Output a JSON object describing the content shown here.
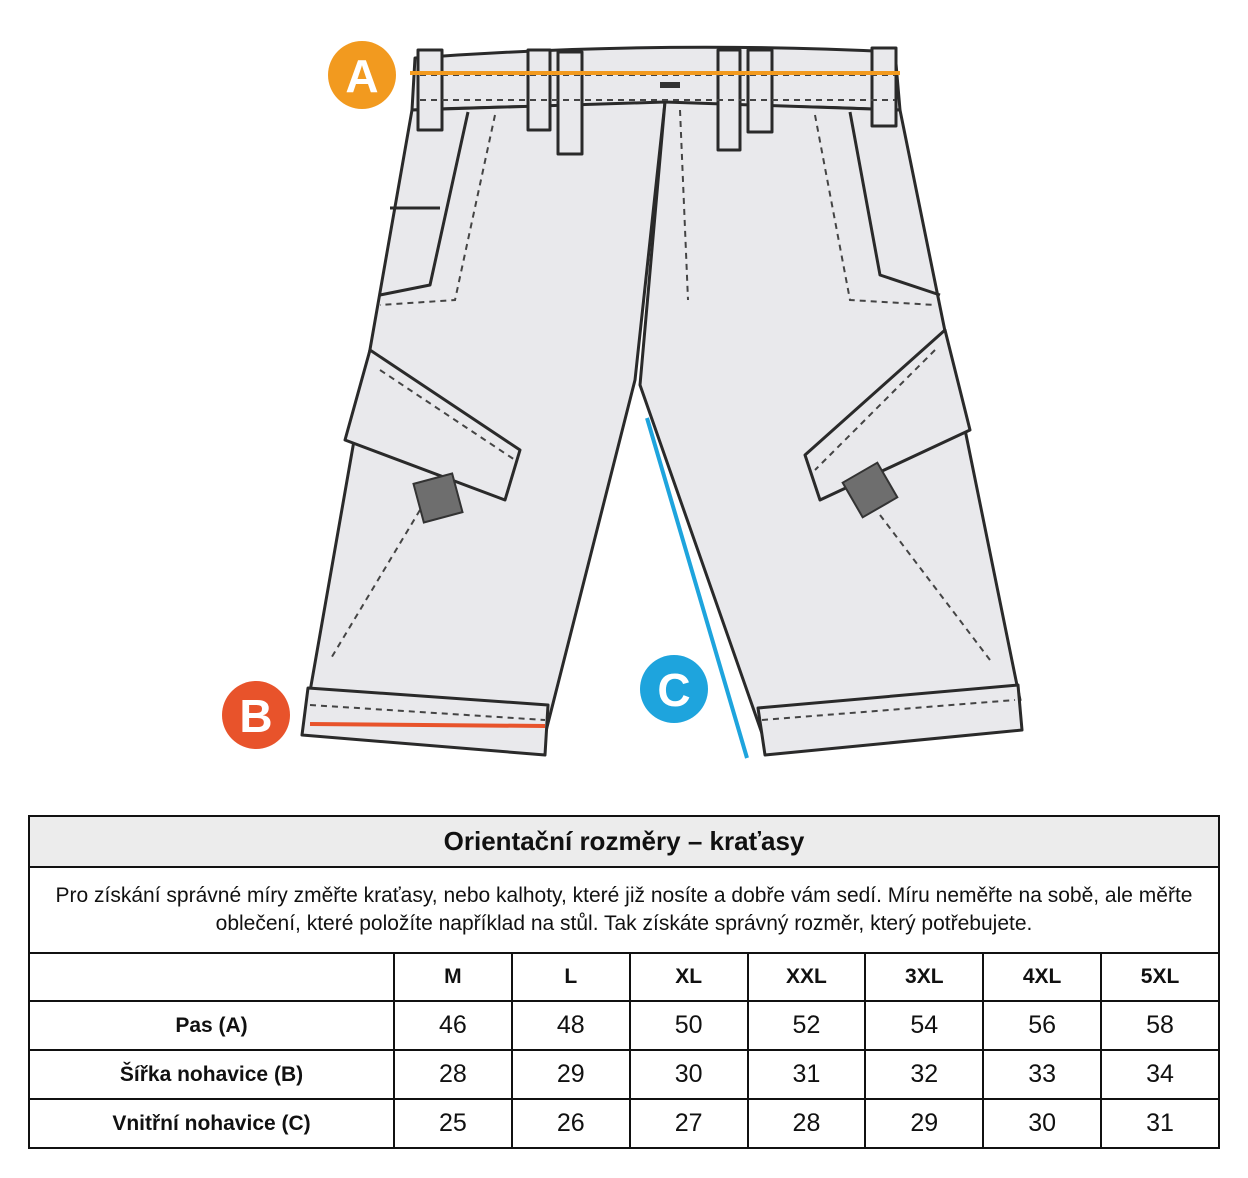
{
  "illustration": {
    "markers": [
      {
        "letter": "A",
        "color": "#f29a1f"
      },
      {
        "letter": "B",
        "color": "#e8532b"
      },
      {
        "letter": "C",
        "color": "#1ea4dd"
      }
    ],
    "fill": "#e9e9ec"
  },
  "table": {
    "title": "Orientační rozměry – kraťasy",
    "description": "Pro získání správné míry změřte kraťasy, nebo kalhoty, které již nosíte a dobře vám sedí. Míru neměřte na sobě, ale měřte oblečení, které položíte například na stůl. Tak získáte správný rozměr, který potřebujete.",
    "sizes": [
      "M",
      "L",
      "XL",
      "XXL",
      "3XL",
      "4XL",
      "5XL"
    ],
    "rows": [
      {
        "label": "Pas (A)",
        "values": [
          "46",
          "48",
          "50",
          "52",
          "54",
          "56",
          "58"
        ]
      },
      {
        "label": "Šířka nohavice (B)",
        "values": [
          "28",
          "29",
          "30",
          "31",
          "32",
          "33",
          "34"
        ]
      },
      {
        "label": "Vnitřní nohavice (C)",
        "values": [
          "25",
          "26",
          "27",
          "28",
          "29",
          "30",
          "31"
        ]
      }
    ]
  }
}
